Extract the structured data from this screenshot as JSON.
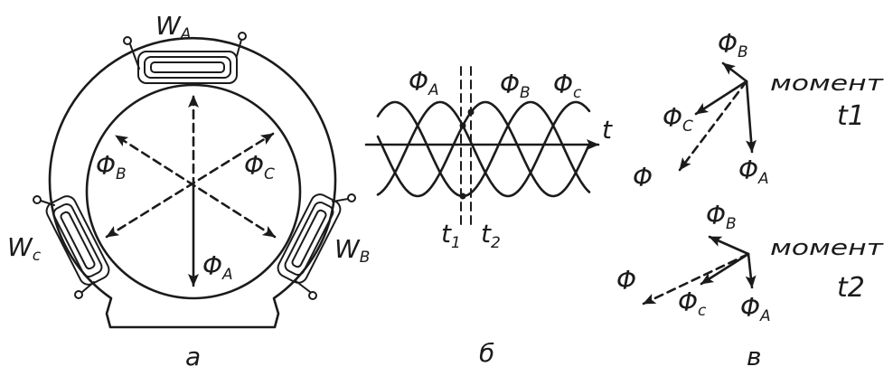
{
  "colors": {
    "ink": "#1b1b1b",
    "background": "#ffffff"
  },
  "panel_a": {
    "caption": "а",
    "winding_a": {
      "main": "W",
      "sub": "A"
    },
    "winding_b": {
      "main": "W",
      "sub": "B"
    },
    "winding_c": {
      "main": "W",
      "sub": "c"
    },
    "flux_a": {
      "main": "Φ",
      "sub": "A"
    },
    "flux_b": {
      "main": "Φ",
      "sub": "B"
    },
    "flux_c": {
      "main": "Φ",
      "sub": "C"
    }
  },
  "panel_b": {
    "caption": "б",
    "axis_label": "t",
    "flux_a": {
      "main": "Φ",
      "sub": "A"
    },
    "flux_b": {
      "main": "Φ",
      "sub": "B"
    },
    "flux_c": {
      "main": "Φ",
      "sub": "c"
    },
    "t1": {
      "main": "t",
      "sub": "1"
    },
    "t2": {
      "main": "t",
      "sub": "2"
    }
  },
  "panel_c": {
    "caption": "в",
    "moment_1": {
      "word": "момент",
      "time": "t1",
      "flux_a": {
        "main": "Φ",
        "sub": "A"
      },
      "flux_b": {
        "main": "Φ",
        "sub": "B"
      },
      "flux_c": {
        "main": "Φ",
        "sub": "C"
      },
      "flux_total": "Φ"
    },
    "moment_2": {
      "word": "момент",
      "time": "t2",
      "flux_a": {
        "main": "Φ",
        "sub": "A"
      },
      "flux_b": {
        "main": "Φ",
        "sub": "B"
      },
      "flux_c": {
        "main": "Φ",
        "sub": "c"
      },
      "flux_total": "Φ"
    }
  }
}
